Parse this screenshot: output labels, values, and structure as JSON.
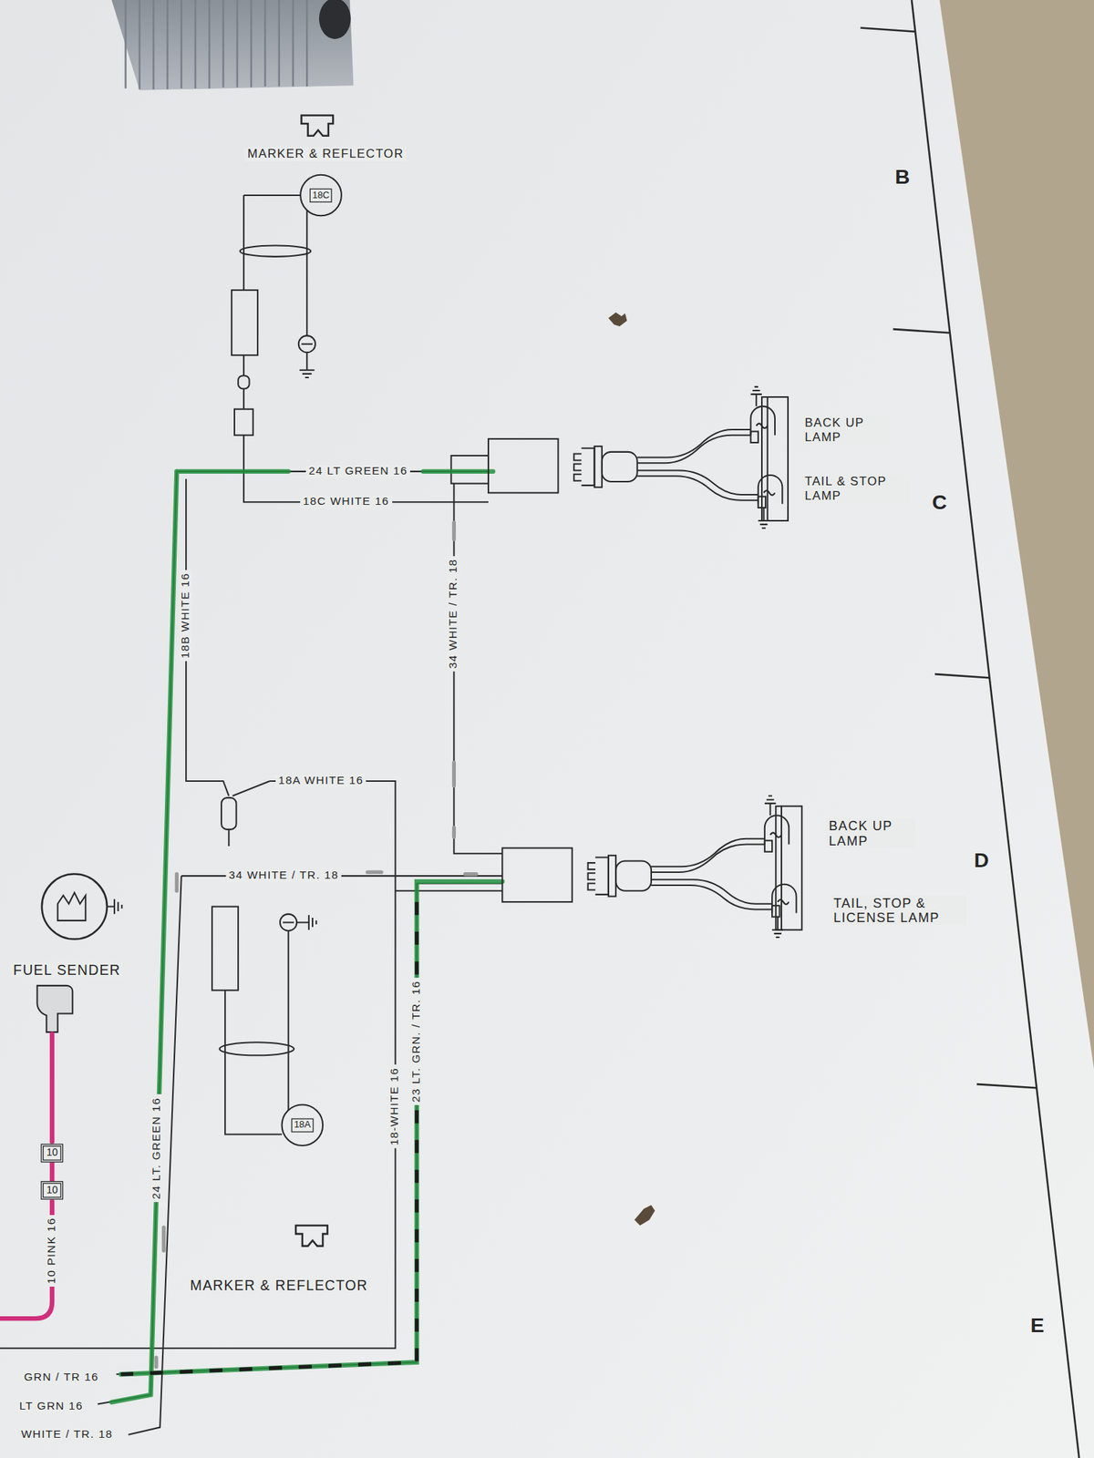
{
  "diagram": {
    "nodes": [
      {
        "text": [
          "18C"
        ]
      },
      {
        "text": [
          "18A"
        ]
      },
      {
        "text": [
          "10"
        ]
      },
      {
        "text": [
          "10"
        ]
      }
    ],
    "edges": [
      {
        "from": 2,
        "to": 3,
        "arrow": "none"
      }
    ],
    "labels": [
      "MARKER & REFLECTOR",
      "B",
      "24 LT GREEN 16",
      "BACK UP LAMP",
      "TAIL & STOP LAMP",
      "C",
      "18C WHITE 16",
      "18B WHITE 16",
      "34 WHITE / TR. 18",
      "18A WHITE 16",
      "BACK UP LAMP",
      "D",
      "34 WHITE / TR. 18",
      "TAIL, STOP & LICENSE LAMP",
      "FUEL SENDER",
      "24 LT. GREEN 16",
      "18-WHITE 16",
      "23 LT. GRN. / TR. 16",
      "10 PINK 16",
      "MARKER & REFLECTOR",
      "E",
      "GRN / TR 16",
      "LT GRN 16",
      "WHITE / TR. 18"
    ]
  }
}
